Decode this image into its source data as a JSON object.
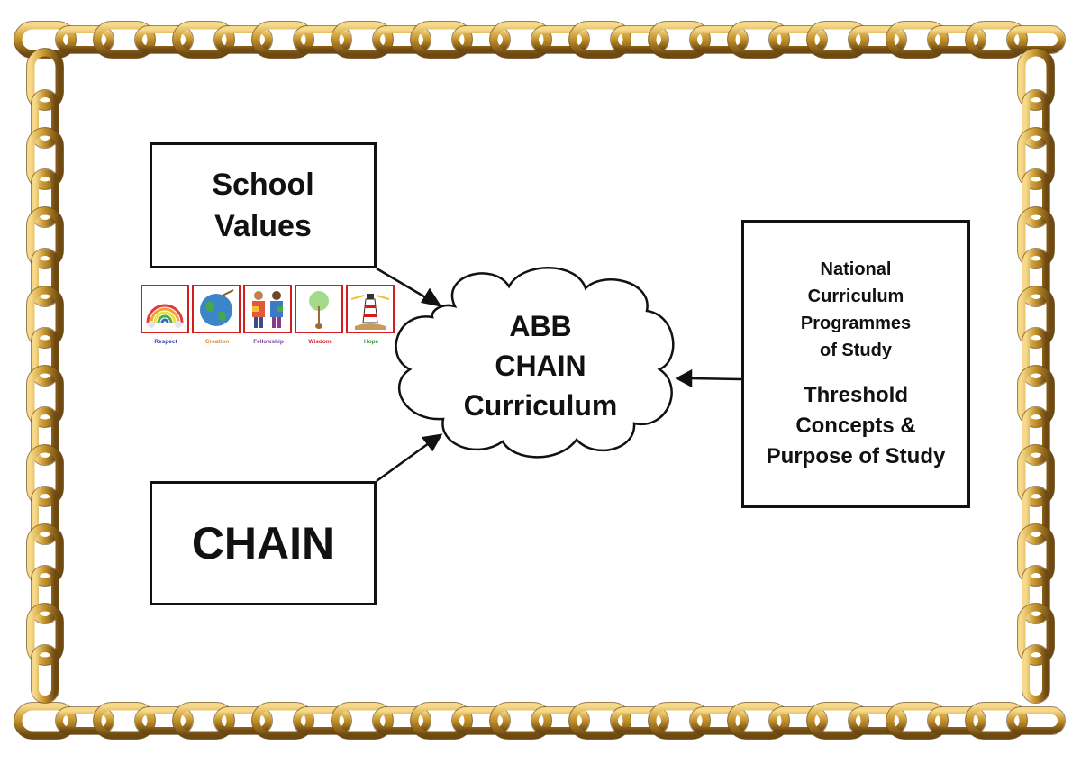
{
  "school_values_box": {
    "line1": "School",
    "line2": "Values"
  },
  "chain_box": {
    "label": "CHAIN"
  },
  "cloud": {
    "line1": "ABB",
    "line2": "CHAIN",
    "line3": "Curriculum"
  },
  "national_curriculum_box": {
    "line1": "National",
    "line2": "Curriculum",
    "line3": "Programmes",
    "line4": "of Study",
    "line5": "Threshold",
    "line6": "Concepts &",
    "line7": "Purpose of Study"
  },
  "values": [
    {
      "label": "Respect",
      "color": "#2b3fa8",
      "icon": "rainbow-icon"
    },
    {
      "label": "Creation",
      "color": "#e8832a",
      "icon": "globe-icon"
    },
    {
      "label": "Fellowship",
      "color": "#7a3fa0",
      "icon": "people-icon"
    },
    {
      "label": "Wisdom",
      "color": "#d0202a",
      "icon": "tree-icon"
    },
    {
      "label": "Hope",
      "color": "#2e9a3a",
      "icon": "lighthouse-icon"
    }
  ],
  "colors": {
    "chain_gold": "#c8962e",
    "chain_highlight": "#f4d27a",
    "chain_shadow": "#6e4a12",
    "value_border": "#d21e1e"
  }
}
